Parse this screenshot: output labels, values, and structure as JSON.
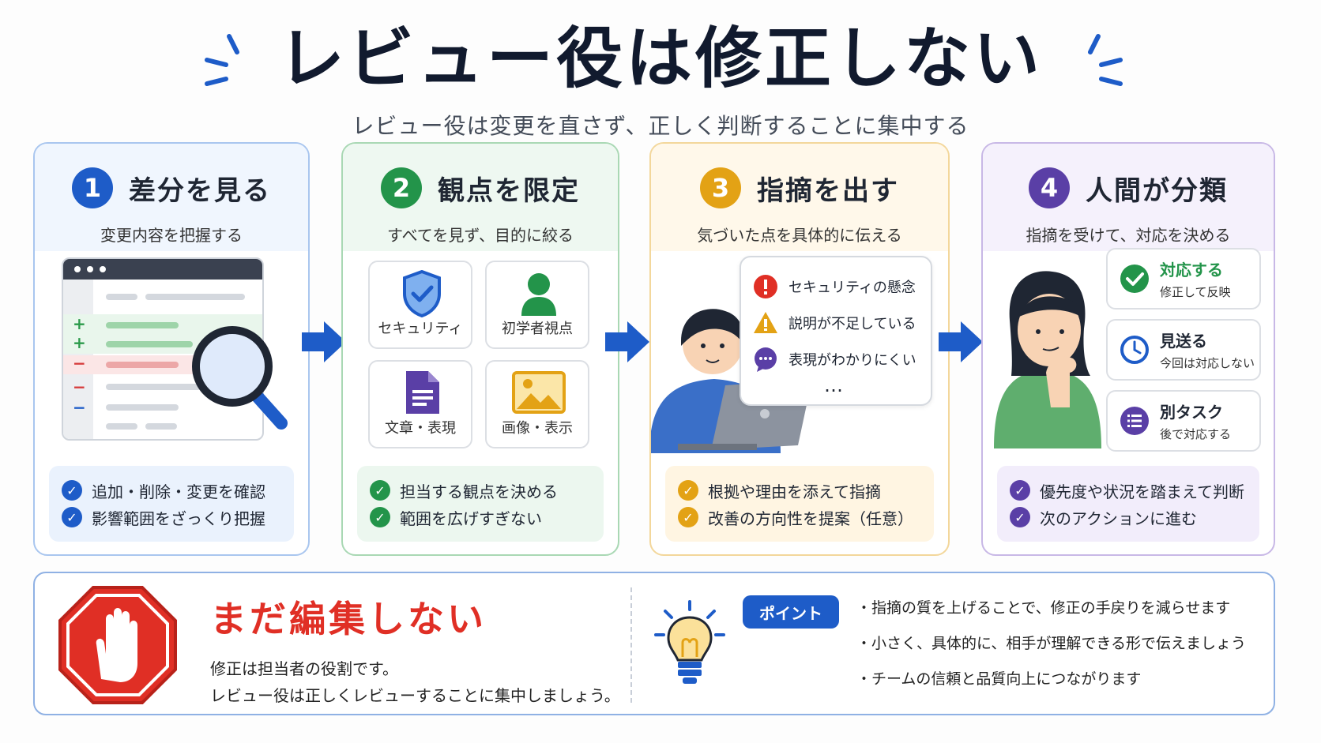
{
  "header": {
    "title": "レビュー役は修正しない",
    "subtitle": "レビュー役は変更を直さず、正しく判断することに集中する"
  },
  "steps": [
    {
      "num": "1",
      "title": "差分を見る",
      "sub": "変更内容を把握する",
      "color": "#1e5cc8",
      "checks": [
        "追加・削除・変更を確認",
        "影響範囲をざっくり把握"
      ]
    },
    {
      "num": "2",
      "title": "観点を限定",
      "sub": "すべてを見ず、目的に絞る",
      "color": "#23944a",
      "tiles": [
        "セキュリティ",
        "初学者視点",
        "文章・表現",
        "画像・表示"
      ],
      "checks": [
        "担当する観点を決める",
        "範囲を広げすぎない"
      ]
    },
    {
      "num": "3",
      "title": "指摘を出す",
      "sub": "気づいた点を具体的に伝える",
      "color": "#e3a215",
      "bubble": [
        "セキュリティの懸念",
        "説明が不足している",
        "表現がわかりにくい"
      ],
      "bubble_more": "…",
      "checks": [
        "根拠や理由を添えて指摘",
        "改善の方向性を提案（任意）"
      ]
    },
    {
      "num": "4",
      "title": "人間が分類",
      "sub": "指摘を受けて、対応を決める",
      "color": "#5a3fa6",
      "options": [
        {
          "title": "対応する",
          "sub": "修正して反映"
        },
        {
          "title": "見送る",
          "sub": "今回は対応しない"
        },
        {
          "title": "別タスク",
          "sub": "後で対応する"
        }
      ],
      "checks": [
        "優先度や状況を踏まえて判断",
        "次のアクションに進む"
      ]
    }
  ],
  "diff_marks": [
    "+",
    "+",
    "−",
    "−",
    "−"
  ],
  "bottom": {
    "stop_title": "まだ編集しない",
    "stop_lines": [
      "修正は担当者の役割です。",
      "レビュー役は正しくレビューすることに集中しましょう。"
    ],
    "point_label": "ポイント",
    "points": [
      "・指摘の質を上げることで、修正の手戻りを減らせます",
      "・小さく、具体的に、相手が理解できる形で伝えましょう",
      "・チームの信頼と品質向上につながります"
    ]
  },
  "colors": {
    "blue": "#1e5cc8",
    "green": "#23944a",
    "orange": "#e3a215",
    "purple": "#5a3fa6",
    "red": "#e02f25"
  }
}
